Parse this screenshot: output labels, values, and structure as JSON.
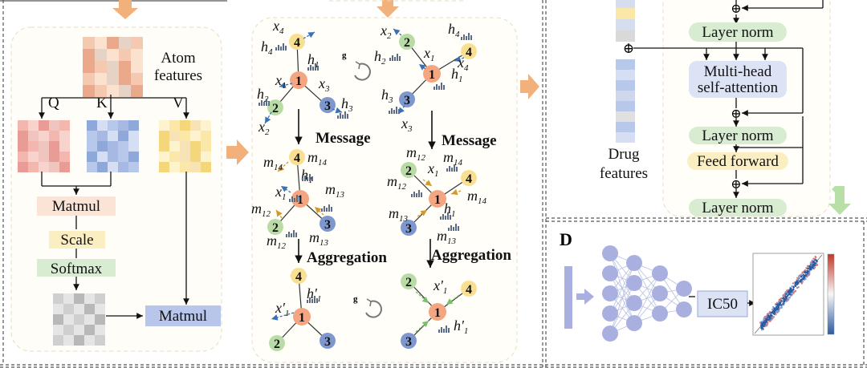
{
  "panel_a": {
    "atom_features_line1": "Atom",
    "atom_features_line2": "features",
    "q": "Q",
    "k": "K",
    "v": "V",
    "matmul1": "Matmul",
    "scale": "Scale",
    "softmax": "Softmax",
    "matmul2": "Matmul"
  },
  "panel_b": {
    "message": "Message",
    "aggregation": "Aggregation",
    "g": "g",
    "x": "x",
    "h": "h",
    "m": "m",
    "node_labels": [
      "1",
      "2",
      "3",
      "4"
    ],
    "prime": "'"
  },
  "panel_c": {
    "drug_features_line1": "Drug",
    "drug_features_line2": "features",
    "layer_norm": "Layer norm",
    "multihead_line1": "Multi-head",
    "multihead_line2": "self-attention",
    "feed_forward": "Feed forward",
    "plus": "⊕"
  },
  "panel_d": {
    "letter": "D",
    "ic50": "IC50"
  },
  "colors": {
    "orange_arrow": "#f2b07a",
    "green_box": "#d8ecd2",
    "yellow_box": "#fbefc2",
    "blue_box": "#dbe3f5",
    "node_orange": "#f4a582",
    "node_green": "#b9dca6",
    "node_blue": "#7f97cf",
    "node_yellow": "#f9df91"
  }
}
